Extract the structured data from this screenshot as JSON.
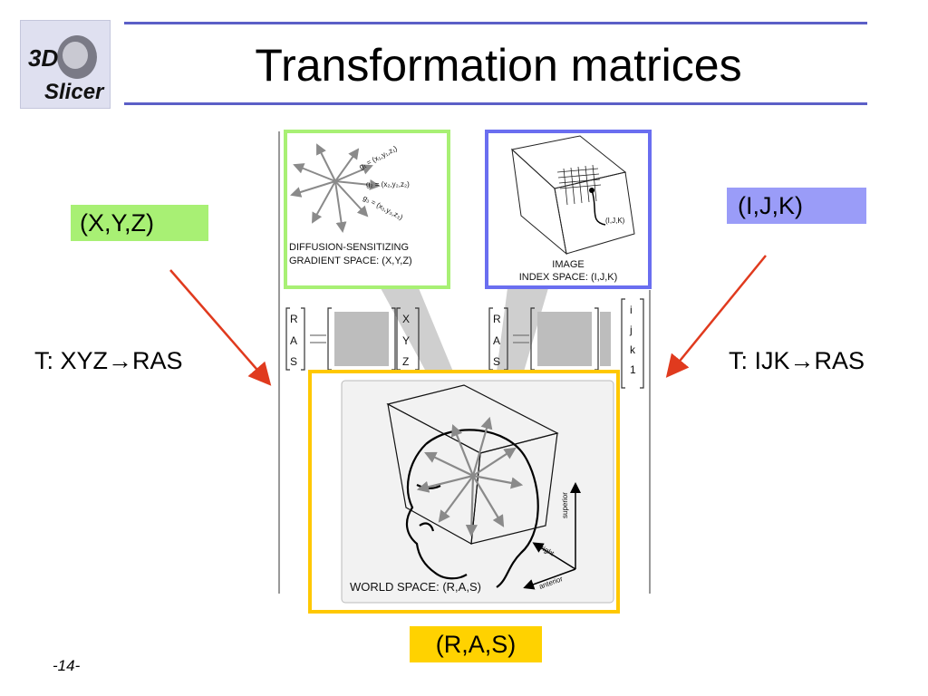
{
  "slide": {
    "title": "Transformation matrices",
    "page_number": "-14-",
    "logo_text_top": "3D",
    "logo_text_bottom": "Slicer"
  },
  "labels": {
    "xyz": "(X,Y,Z)",
    "ijk": "(I,J,K)",
    "ras": "(R,A,S)",
    "t_xyz": "T: XYZ→RAS",
    "t_ijk": "T: IJK→RAS"
  },
  "figure": {
    "gradient_caption_1": "DIFFUSION-SENSITIZING",
    "gradient_caption_2": "GRADIENT SPACE: (X,Y,Z)",
    "g1": "g₁ = (x₁,y₁,z₁)",
    "g2": "g₂ = (x₂,y₂,z₂)",
    "g3": "g₃ = (x₃,y₃,z₃)",
    "image_caption_1": "IMAGE",
    "image_caption_2": "INDEX SPACE: (I,J,K)",
    "ijk_point": "(I,J,K)",
    "world_caption": "WORLD SPACE: (R,A,S)",
    "axis_superior": "superior",
    "axis_right": "right",
    "axis_anterior": "anterior",
    "matrix_left_lhs": [
      "R",
      "A",
      "S"
    ],
    "matrix_left_rhs": [
      "X",
      "Y",
      "Z"
    ],
    "matrix_right_lhs": [
      "R",
      "A",
      "S"
    ],
    "matrix_right_rhs": [
      "i",
      "j",
      "k",
      "1"
    ]
  },
  "colors": {
    "green": "#a8f074",
    "blue": "#9a9cf8",
    "gold": "#ffd200",
    "arrow_red": "#e03a1e",
    "rule": "#5b5fc7"
  }
}
